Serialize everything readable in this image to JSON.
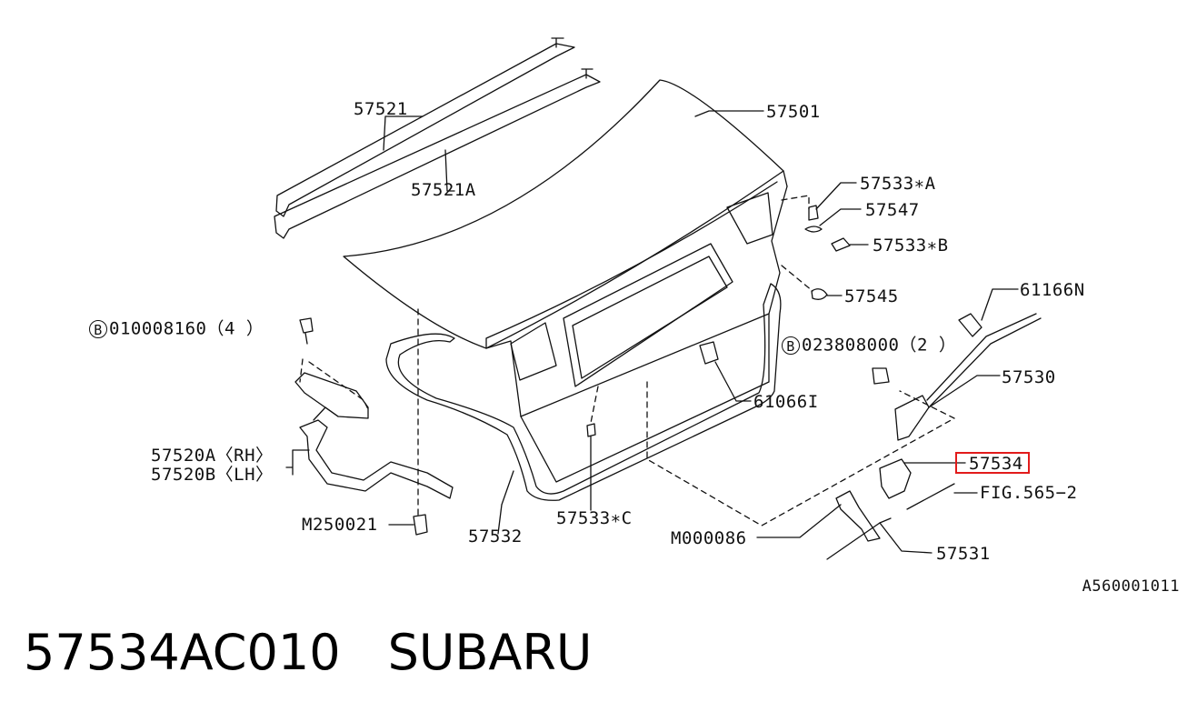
{
  "diagram": {
    "labels": {
      "l57521": "57521",
      "l57521A": "57521A",
      "l57501": "57501",
      "l57533A": "57533∗A",
      "l57547": "57547",
      "l57533B": "57533∗B",
      "l57545": "57545",
      "l61166N": "61166N",
      "l010008160": "010008160（4 ）",
      "l023808000": "023808000（2 ）",
      "l57530": "57530",
      "l61066I": "61066I",
      "l57520A": "57520A〈RH〉",
      "l57520B": "57520B〈LH〉",
      "l57534": "57534",
      "lFIG": "FIG.565−2",
      "lM250021": "M250021",
      "l57532": "57532",
      "l57533C": "57533∗C",
      "lM000086": "M000086",
      "l57531": "57531",
      "circle_b": "B"
    },
    "diagram_code": "A560001011",
    "highlight_color": "#e21b1b"
  },
  "footer": {
    "part_number": "57534AC010",
    "brand": "SUBARU"
  }
}
